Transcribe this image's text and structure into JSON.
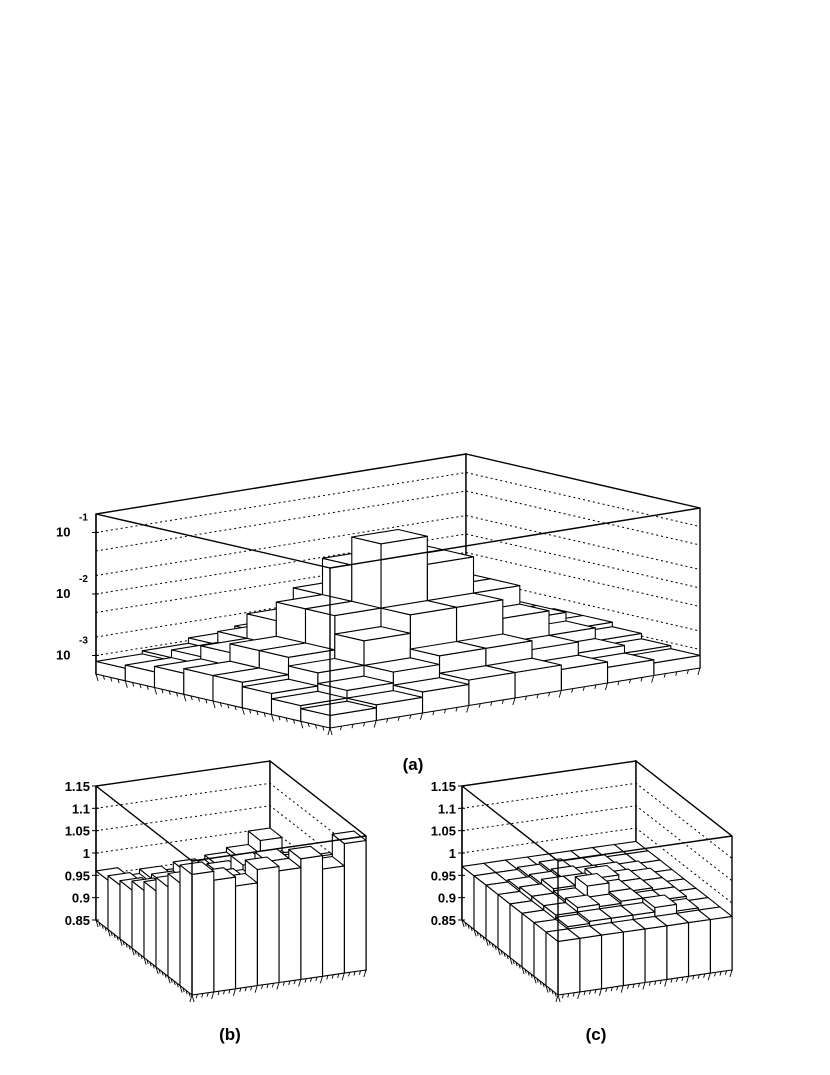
{
  "chart_data": [
    {
      "type": "lego3d",
      "panel_label": "(a)",
      "zscale": "log",
      "zlim": [
        0.0005,
        0.2
      ],
      "grid": true,
      "z_ticks": [
        {
          "base": "10",
          "exponent": "-1",
          "value": 0.1
        },
        {
          "base": "10",
          "exponent": "-2",
          "value": 0.01
        },
        {
          "base": "10",
          "exponent": "-3",
          "value": 0.001
        }
      ],
      "grid_values": [
        0.1,
        0.05,
        0.02,
        0.01,
        0.005,
        0.002,
        0.001,
        0.0007
      ],
      "nx": 8,
      "ny": 8,
      "values": [
        [
          0.0008,
          0.0009,
          0.0011,
          0.0013,
          0.0013,
          0.0011,
          0.0009,
          0.0008
        ],
        [
          0.0009,
          0.0012,
          0.0018,
          0.0025,
          0.0025,
          0.0018,
          0.0012,
          0.0009
        ],
        [
          0.0011,
          0.0018,
          0.0045,
          0.009,
          0.009,
          0.0045,
          0.0018,
          0.0011
        ],
        [
          0.0013,
          0.0025,
          0.009,
          0.1,
          0.035,
          0.009,
          0.0025,
          0.0013
        ],
        [
          0.0013,
          0.0025,
          0.009,
          0.035,
          0.035,
          0.009,
          0.0025,
          0.0013
        ],
        [
          0.0011,
          0.0018,
          0.0045,
          0.009,
          0.009,
          0.0045,
          0.0018,
          0.0011
        ],
        [
          0.0009,
          0.0012,
          0.0018,
          0.0025,
          0.0025,
          0.0018,
          0.0012,
          0.0009
        ],
        [
          0.0008,
          0.0009,
          0.0011,
          0.0013,
          0.0013,
          0.0011,
          0.0009,
          0.0008
        ]
      ]
    },
    {
      "type": "lego3d",
      "panel_label": "(b)",
      "zscale": "linear",
      "zlim": [
        0.85,
        1.15
      ],
      "grid": true,
      "z_ticks": [
        {
          "label": "1.15",
          "value": 1.15
        },
        {
          "label": "1.1",
          "value": 1.1
        },
        {
          "label": "1.05",
          "value": 1.05
        },
        {
          "label": "1",
          "value": 1.0
        },
        {
          "label": "0.95",
          "value": 0.95
        },
        {
          "label": "0.9",
          "value": 0.9
        },
        {
          "label": "0.85",
          "value": 0.85
        }
      ],
      "nx": 8,
      "ny": 8,
      "values": [
        [
          1.12,
          1.1,
          1.08,
          1.11,
          1.1,
          1.12,
          1.09,
          1.14
        ],
        [
          1.08,
          1.05,
          1.07,
          1.04,
          1.1,
          1.06,
          1.03,
          1.07
        ],
        [
          1.05,
          1.02,
          1.0,
          1.04,
          1.03,
          1.01,
          1.02,
          1.05
        ],
        [
          1.02,
          0.99,
          1.01,
          0.98,
          1.05,
          0.97,
          1.0,
          1.03
        ],
        [
          1.0,
          0.97,
          0.99,
          1.0,
          0.96,
          0.99,
          0.98,
          1.01
        ],
        [
          0.98,
          0.96,
          0.97,
          0.96,
          0.99,
          0.95,
          0.97,
          0.99
        ],
        [
          0.97,
          0.95,
          0.96,
          0.98,
          0.94,
          0.96,
          0.95,
          0.97
        ],
        [
          0.96,
          0.94,
          0.95,
          0.94,
          0.95,
          0.96,
          0.97,
          1.0
        ]
      ]
    },
    {
      "type": "lego3d",
      "panel_label": "(c)",
      "zscale": "linear",
      "zlim": [
        0.85,
        1.15
      ],
      "grid": true,
      "z_ticks": [
        {
          "label": "1.15",
          "value": 1.15
        },
        {
          "label": "1.1",
          "value": 1.1
        },
        {
          "label": "1.05",
          "value": 1.05
        },
        {
          "label": "1",
          "value": 1.0
        },
        {
          "label": "0.95",
          "value": 0.95
        },
        {
          "label": "0.9",
          "value": 0.9
        },
        {
          "label": "0.85",
          "value": 0.85
        }
      ],
      "nx": 8,
      "ny": 8,
      "values": [
        [
          0.97,
          0.97,
          0.97,
          0.97,
          0.97,
          0.97,
          0.97,
          0.97
        ],
        [
          0.97,
          0.975,
          0.98,
          0.98,
          0.98,
          0.99,
          0.975,
          0.97
        ],
        [
          0.97,
          0.98,
          0.99,
          0.985,
          0.99,
          0.98,
          0.98,
          0.97
        ],
        [
          0.97,
          0.98,
          0.985,
          1.01,
          0.99,
          0.985,
          0.98,
          0.97
        ],
        [
          0.97,
          0.98,
          0.99,
          0.99,
          1.0,
          0.985,
          0.98,
          0.97
        ],
        [
          0.97,
          0.975,
          0.98,
          0.985,
          0.98,
          0.98,
          0.975,
          0.97
        ],
        [
          0.97,
          0.97,
          0.975,
          0.98,
          0.975,
          0.975,
          0.97,
          0.97
        ],
        [
          0.97,
          0.97,
          0.97,
          0.97,
          0.97,
          0.97,
          0.97,
          0.97
        ]
      ]
    }
  ]
}
